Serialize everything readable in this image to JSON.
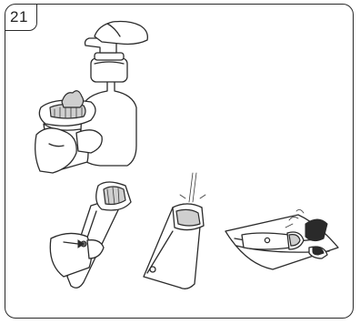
{
  "step": {
    "number": "21"
  },
  "illustrations": {
    "foam_bottle": "soap-bottle-cleaning-illustration",
    "attachment_removal": "remove-attachment-illustration",
    "rinse": "rinse-under-tap-illustration",
    "dry_on_towel": "dry-on-towel-illustration"
  }
}
